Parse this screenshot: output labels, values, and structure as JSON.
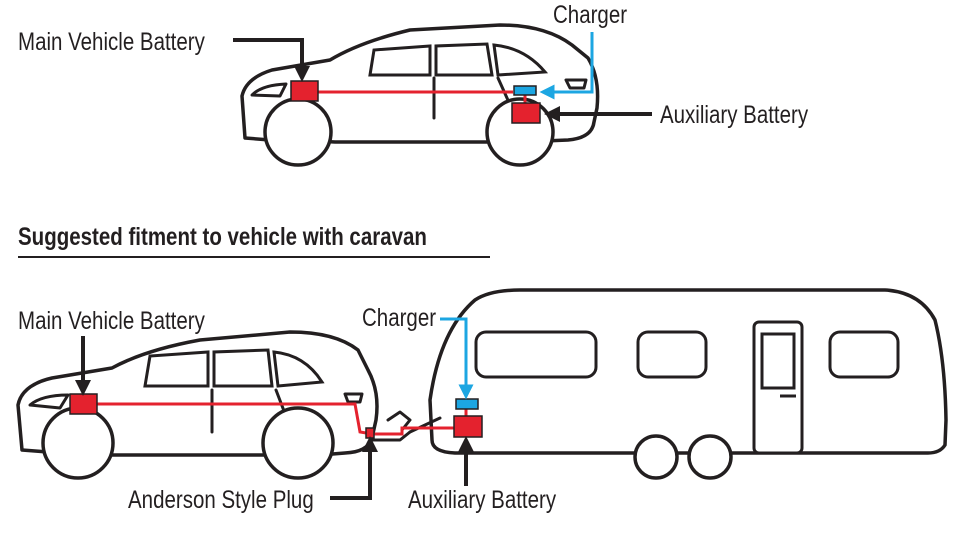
{
  "top": {
    "main_battery_label": "Main Vehicle Battery",
    "charger_label": "Charger",
    "aux_battery_label": "Auxiliary Battery"
  },
  "bottom": {
    "heading": "Suggested fitment to vehicle with caravan",
    "main_battery_label": "Main Vehicle Battery",
    "charger_label": "Charger",
    "aux_battery_label": "Auxiliary Battery",
    "plug_label": "Anderson Style Plug"
  },
  "colors": {
    "battery": "#e4222e",
    "charger": "#1ca6e2",
    "wire": "#e4222e",
    "outline": "#231f20"
  }
}
